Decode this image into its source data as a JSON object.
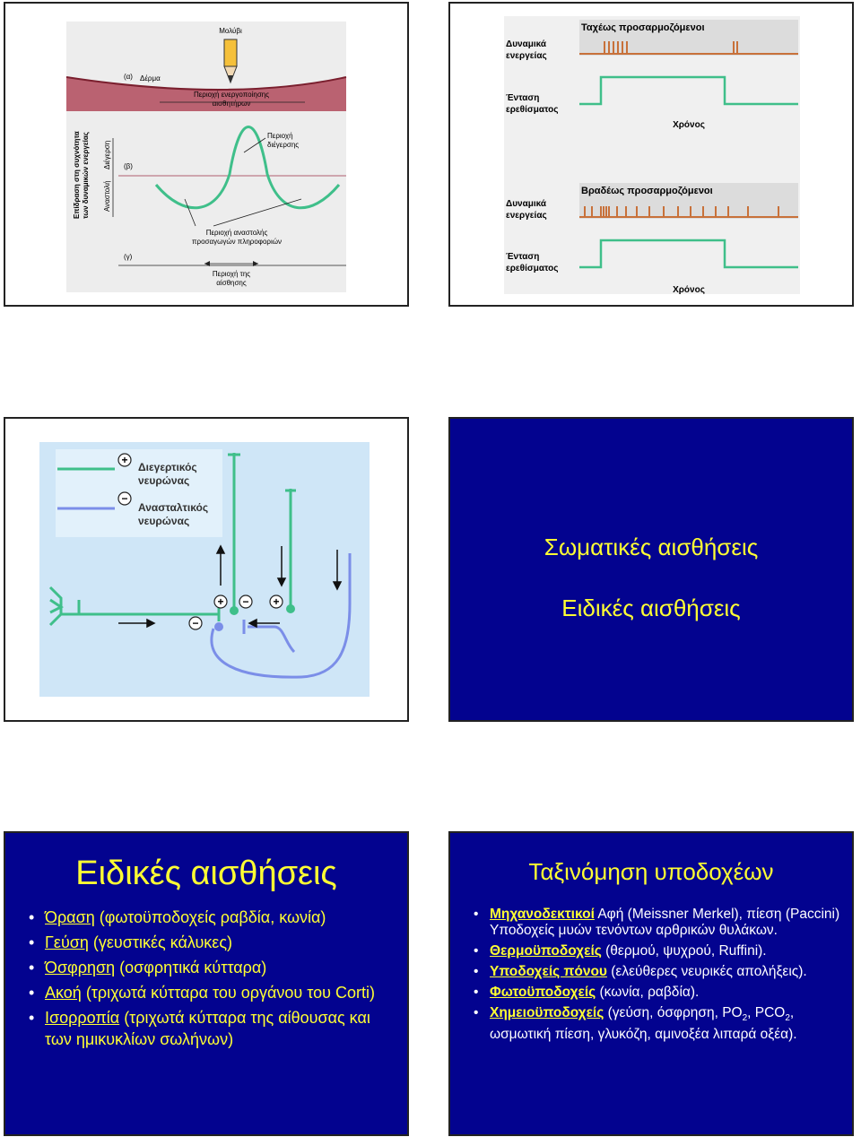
{
  "slide1": {
    "pencil": "Μολύβι",
    "a": "(α)",
    "skin": "Δέρμα",
    "activation_area_l1": "Περιοχή ενεργοποίησης",
    "activation_area_l2": "αισθητήρων",
    "b": "(β)",
    "excitation_l1": "Περιοχή",
    "excitation_l2": "διέγερσης",
    "y_axis_l1": "Επίδραση στη συχνότητα",
    "y_axis_l2": "των δυναμικών ενεργείας",
    "excitatory": "Διέγερση",
    "inhibitory": "Αναστολή",
    "inhibition_l1": "Περιοχή αναστολής",
    "inhibition_l2": "προσαγωγών πληροφοριών",
    "g": "(γ)",
    "sensation_l1": "Περιοχή της",
    "sensation_l2": "αίσθησης"
  },
  "slide2": {
    "fast_title": "Ταχέως προσαρμοζόμενοι",
    "slow_title": "Βραδέως προσαρμοζόμενοι",
    "ap_l1": "Δυναμικά",
    "ap_l2": "ενεργείας",
    "stim_l1": "Ένταση",
    "stim_l2": "ερεθίσματος",
    "time": "Χρόνος"
  },
  "slide3": {
    "plus": "+",
    "minus": "−",
    "excit_l1": "Διεγερτικός",
    "excit_l2": "νευρώνας",
    "inhib_l1": "Ανασταλτικός",
    "inhib_l2": "νευρώνας"
  },
  "slide4": {
    "line1": "Σωματικές αισθήσεις",
    "line2": "Ειδικές αισθήσεις"
  },
  "slide5": {
    "title": "Ειδικές αισθήσεις",
    "items": [
      {
        "link": "Όραση",
        "text": " (φωτοϋποδοχείς ραβδία, κωνία)"
      },
      {
        "link": "Γεύση",
        "text": " (γευστικές κάλυκες)"
      },
      {
        "link": "Όσφρηση",
        "text": " (οσφρητικά κύτταρα)"
      },
      {
        "link": "Ακοή",
        "text": " (τριχωτά κύτταρα του οργάνου του Corti)"
      },
      {
        "link": "Ισορροπία",
        "text": " (τριχωτά κύτταρα της αίθουσας και των ημικυκλίων σωλήνων)"
      }
    ]
  },
  "slide6": {
    "title": "Ταξινόμηση υποδοχέων",
    "items": [
      {
        "term": "Μηχανοδεκτικοί",
        "text": "  Αφή (Meissner Merkel), πίεση (Paccini) Υποδοχείς μυών τενόντων αρθρικών θυλάκων."
      },
      {
        "term": "Θερμοϋποδοχείς",
        "text": " (θερμού, ψυχρού, Ruffini)."
      },
      {
        "term": "Υποδοχείς πόνου",
        "text": " (ελεύθερες νευρικές απολήξεις)."
      },
      {
        "term": "Φωτοϋποδοχείς",
        "text": " (κωνία, ραβδία)."
      }
    ],
    "last": {
      "term": "Χημειοϋποδοχείς",
      "t1": " (γεύση, όσφρηση, PO",
      "s1": "2",
      "t2": ", PCO",
      "s2": "2",
      "t3": ", ωσμωτική πίεση, γλυκόζη, αμινοξέα λιπαρά οξέα)."
    }
  }
}
